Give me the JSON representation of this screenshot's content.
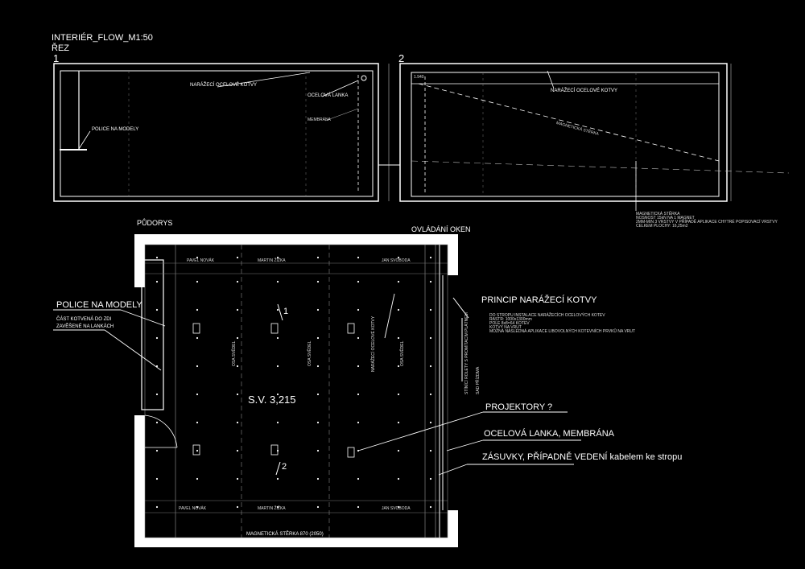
{
  "header": {
    "title": "INTERIÉR_FLOW_M1:50",
    "subtitle": "ŘEZ"
  },
  "sections": {
    "section1_num": "1",
    "section2_num": "2",
    "s1_label_anchors": "NARÁŽECÍ OCELOVÉ KOTVY",
    "s1_label_cable": "OCELOVÁ LANKA",
    "s1_label_membrane": "MEMBRÁNA",
    "s1_label_shelf": "POLICE NA MODELY",
    "s2_corner_value": "1.940",
    "s2_label_anchors": "NARÁŽECÍ OCELOVÉ KOTVY",
    "s2_label_diag": "MAGNETICKÁ STĚRKA",
    "s2_note": [
      "MAGNETICKÁ STĚRKA",
      "NOSNOST 15kN NA 1 MAGNET",
      "2MM-MIN 3 VRSTVY V PŘÍPADĚ APLIKACE CHYTRÉ POPISOVACÍ VRSTVY",
      "CELKEM PLOCHY: 16,25m2"
    ]
  },
  "plan": {
    "title": "PŮDORYS",
    "windows_control": "OVLÁDÁNÍ OKEN",
    "room_code": "S.V. 3,215",
    "marker1": "1",
    "marker2": "2",
    "axis_label": "OSA SVĚDEL",
    "anchors_vert": "NARÁŽECÍ OCELOVÉ KOTVY",
    "blinds_vert": "STÍNÍCÍ ROLETY S PROMÍTACÍM PLÁTNEM",
    "sad_vert": "SAD PŘÍZDMA",
    "bottom_label": "MAGNETICKÁ STĚRKA 870 (2050)",
    "top_labels": [
      "MARTIN ŽIŽKA",
      "JAN SVOBODA",
      "PAVEL NOVÁK"
    ],
    "bottom_labels": [
      "PAVEL NOVÁK",
      "MARTIN ŽIŽKA",
      "JAN SVOBODA"
    ]
  },
  "callouts": {
    "shelf_title": "POLICE NA MODELY",
    "shelf_line1": "ČÁST KOTVENÁ DO ZDI",
    "shelf_line2": "ZAVĚŠENÉ NA LANKÁCH",
    "principle_title": "PRINCIP NARÁŽECÍ KOTVY",
    "principle_lines": [
      "DO STROPU INSTALACE NARÁŽECÍCH OCELOVÝCH KOTEV",
      "RASTR: 1000x1300mm",
      "POLE 8x8=64 KOTEV",
      "KOTVY NA VRUT",
      "MOŽNÁ NÁSLEDNÁ APLIKACE LIBOVOLNÝCH KOTEVNÍCH PRVKŮ NA VRUT"
    ],
    "projectors": "PROJEKTORY ?",
    "cable_membrane": "OCELOVÁ LANKA, MEMBRÁNA",
    "sockets": "ZÁSUVKY, PŘÍPADNĚ VEDENÍ kabelem ke stropu"
  }
}
